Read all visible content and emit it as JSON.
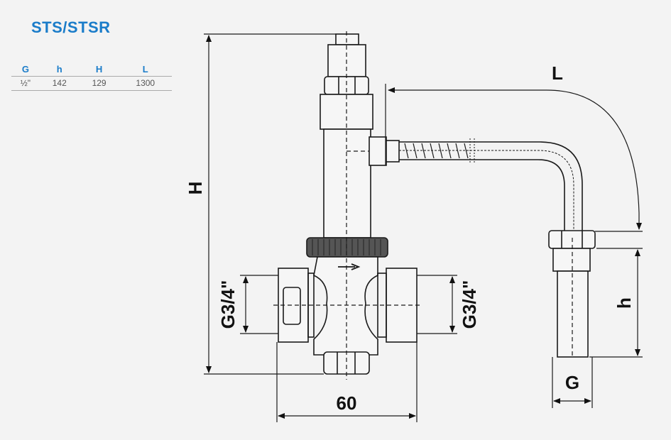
{
  "title": "STS/STSR",
  "table": {
    "headers": [
      "G",
      "h",
      "H",
      "L"
    ],
    "rows": [
      [
        "½\"",
        "142",
        "129",
        "1300"
      ]
    ]
  },
  "drawing": {
    "dim_H": "H",
    "dim_L": "L",
    "dim_h": "h",
    "dim_G": "G",
    "dim_width": "60",
    "dim_inlet": "G3/4\"",
    "dim_outlet": "G3/4\""
  },
  "colors": {
    "accent": "#1a7cc9",
    "line": "#1a1a1a",
    "background": "#f3f3f3"
  }
}
